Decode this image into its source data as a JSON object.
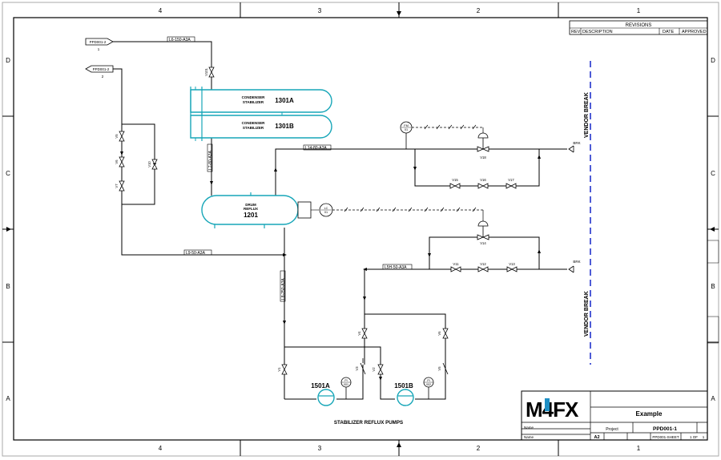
{
  "frame": {
    "columns_top": [
      "4",
      "3",
      "2",
      "1"
    ],
    "columns_bottom": [
      "4",
      "3",
      "2",
      "1"
    ],
    "rows_left": [
      "D",
      "C",
      "B",
      "A"
    ],
    "rows_right": [
      "D",
      "C",
      "B",
      "A"
    ]
  },
  "revisions": {
    "title": "REVISIONS",
    "rev": "REV",
    "description": "DESCRIPTION",
    "date": "DATE",
    "approved": "APPROVED"
  },
  "offpage": [
    {
      "label": "PPD001-2",
      "num": "1"
    },
    {
      "label": "PPD001-2",
      "num": "2"
    }
  ],
  "equipment": {
    "cond_a": {
      "line1": "CONDENSER",
      "line2": "STABILIZER",
      "tag": "1301A"
    },
    "cond_b": {
      "line1": "CONDENSER",
      "line2": "STABILIZER",
      "tag": "1301B"
    },
    "drum": {
      "line1": "DRUM",
      "line2": "REFLUX",
      "tag": "1201"
    },
    "pump_a": {
      "tag": "1501A"
    },
    "pump_b": {
      "tag": "1501B"
    },
    "pumps_caption": "STABILIZER REFLUX PUMPS"
  },
  "lines": {
    "l6": "L6-150-A3A",
    "l7": "L7-80-A3A",
    "l14": "L14-80-A3A",
    "l9": "L9-50-A3A",
    "l8": "L8-250-A3A",
    "l5h": "L5H-50-A3A"
  },
  "instruments": [
    {
      "top": "FM",
      "bottom": "01"
    },
    {
      "top": "LC",
      "bottom": "01"
    },
    {
      "top": "PI",
      "bottom": "001"
    },
    {
      "top": "PI",
      "bottom": "002"
    }
  ],
  "valves": {
    "v18": "V18",
    "v15": "V15",
    "v16": "V16",
    "v17": "V17",
    "v14": "V14",
    "v11": "V11",
    "v12": "V12",
    "v13": "V13",
    "v101": "V101",
    "v5": "V5",
    "v6": "V6",
    "v7": "V7",
    "v10": "V10",
    "v1": "V1",
    "v2": "V2",
    "v3": "V3",
    "v4": "V4",
    "v5b": "V5",
    "v6b": "V6"
  },
  "brk": [
    "BRK",
    "BRK"
  ],
  "vendor_break": [
    "VENDOR BREAK",
    "VENDOR BREAK"
  ],
  "title_block": {
    "logo": "M4FX",
    "title": "Example",
    "project_label": "Project",
    "drawing_no": "PPD001-1",
    "name1": "Name",
    "name2": "Name",
    "size": "A2",
    "sheet_info": "PPD001-SHEET",
    "sheet_of": "1 OF",
    "sheet_total": "1"
  }
}
